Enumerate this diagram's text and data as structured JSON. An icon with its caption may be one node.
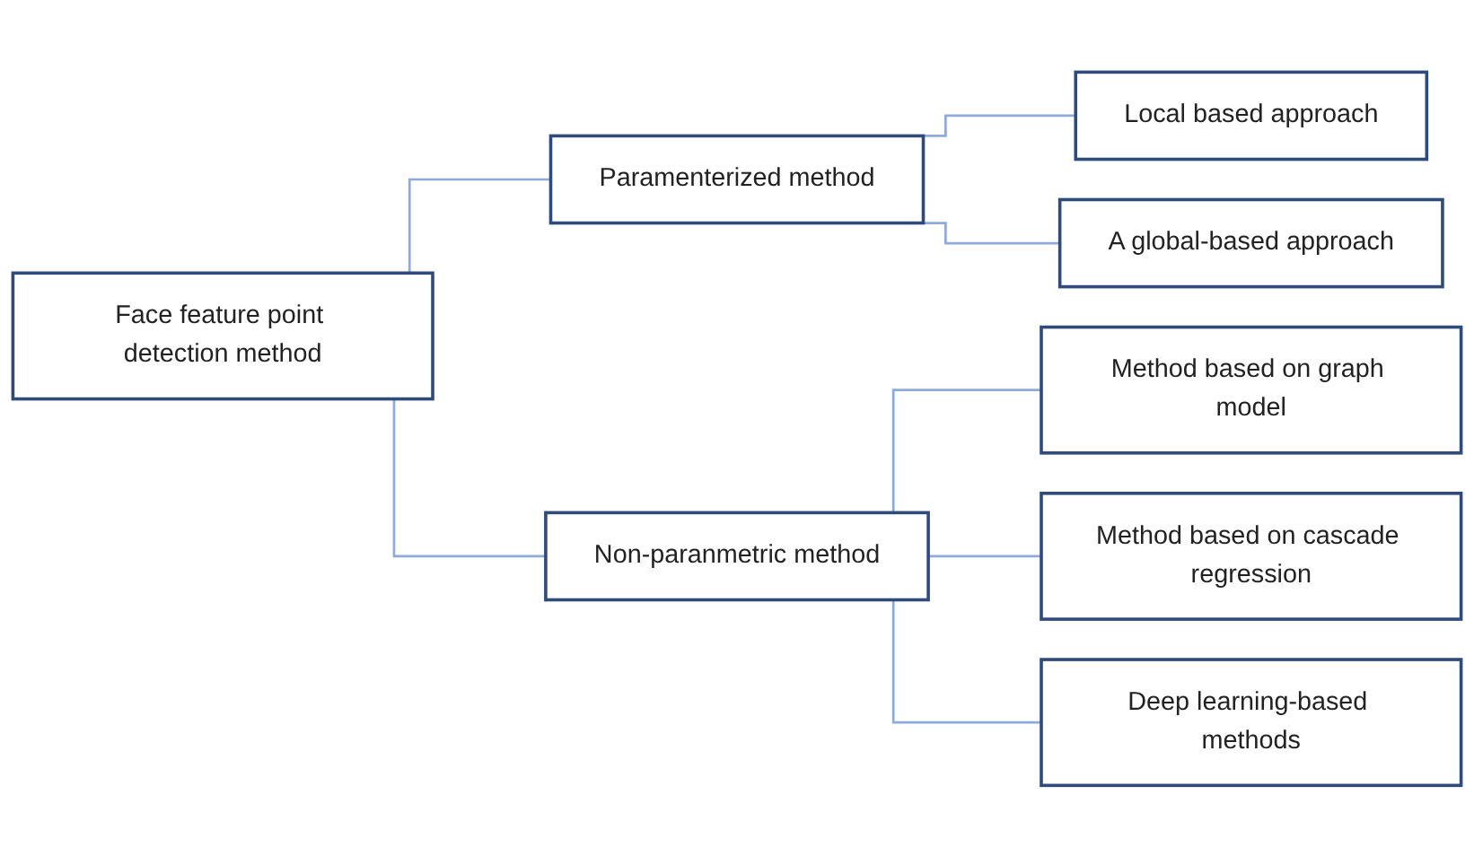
{
  "diagram": {
    "nodes": [
      {
        "text": [
          "Face feature point detection method"
        ]
      },
      {
        "text": [
          "Paramenterized method"
        ]
      },
      {
        "text": [
          "Non-paranmetric method"
        ]
      },
      {
        "text": [
          "Local based approach"
        ]
      },
      {
        "text": [
          "A global-based approach"
        ]
      },
      {
        "text": [
          "Method based on graph model"
        ]
      },
      {
        "text": [
          "Method based on cascade regression"
        ]
      },
      {
        "text": [
          "Deep learning-based methods"
        ]
      }
    ],
    "edges": [
      {
        "from": 0,
        "to": 1,
        "arrow": "none"
      },
      {
        "from": 0,
        "to": 2,
        "arrow": "none"
      },
      {
        "from": 1,
        "to": 3,
        "arrow": "none"
      },
      {
        "from": 1,
        "to": 4,
        "arrow": "none"
      },
      {
        "from": 2,
        "to": 5,
        "arrow": "none"
      },
      {
        "from": 2,
        "to": 6,
        "arrow": "none"
      },
      {
        "from": 2,
        "to": 7,
        "arrow": "none"
      }
    ]
  }
}
